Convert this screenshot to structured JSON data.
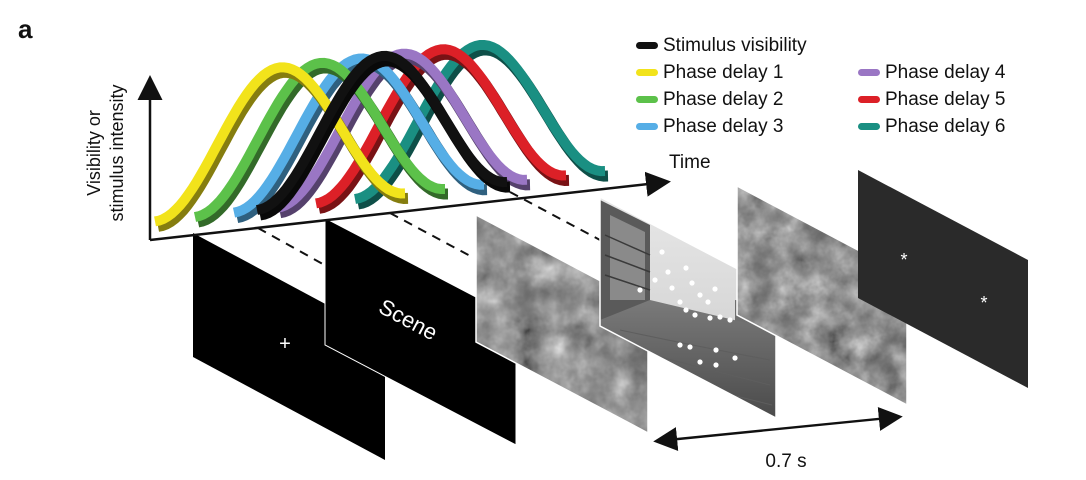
{
  "panel_label": "a",
  "axes": {
    "y_label_line1": "Visibility or",
    "y_label_line2": "stimulus intensity",
    "x_label": "Time"
  },
  "legend": [
    {
      "label": "Stimulus visibility",
      "color": "#111111"
    },
    {
      "label": "Phase delay 1",
      "color": "#f2e31b"
    },
    {
      "label": "Phase delay 2",
      "color": "#5cc14a"
    },
    {
      "label": "Phase delay 3",
      "color": "#56aee6"
    },
    {
      "label": "Phase delay 4",
      "color": "#9a76c4"
    },
    {
      "label": "Phase delay 5",
      "color": "#dc2027"
    },
    {
      "label": "Phase delay 6",
      "color": "#1a8f82"
    }
  ],
  "frames": {
    "fixation_symbol": "+",
    "scene_label": "Scene",
    "final_symbol": "*"
  },
  "duration_label": "0.7 s"
}
